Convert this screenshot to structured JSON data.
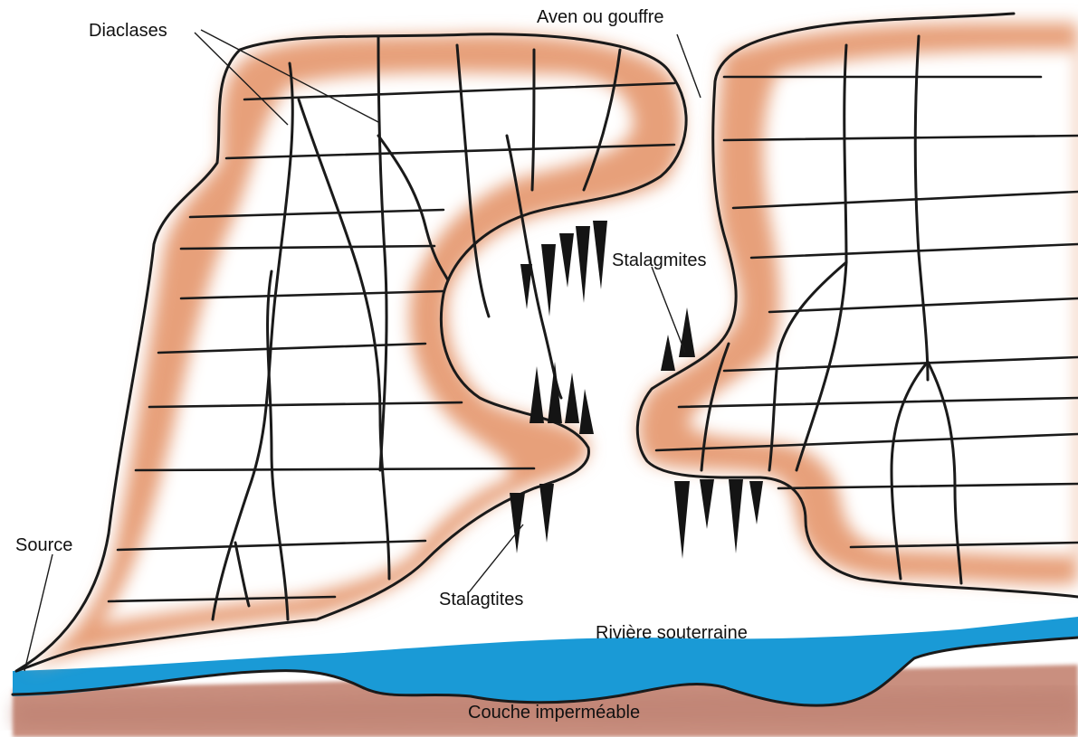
{
  "labels": {
    "diaclases": "Diaclases",
    "aven": "Aven ou gouffre",
    "stalagmites": "Stalagmites",
    "stalactites": "Stalagtites",
    "source": "Source",
    "riviere": "Rivière souterraine",
    "couche": "Couche imperméable"
  },
  "colors": {
    "karst_fill": "#e7a07a",
    "limestone": "#ffffff",
    "water": "#1a9ad6",
    "impermeable": "#c98f7f",
    "ink": "#1a1a1a"
  }
}
